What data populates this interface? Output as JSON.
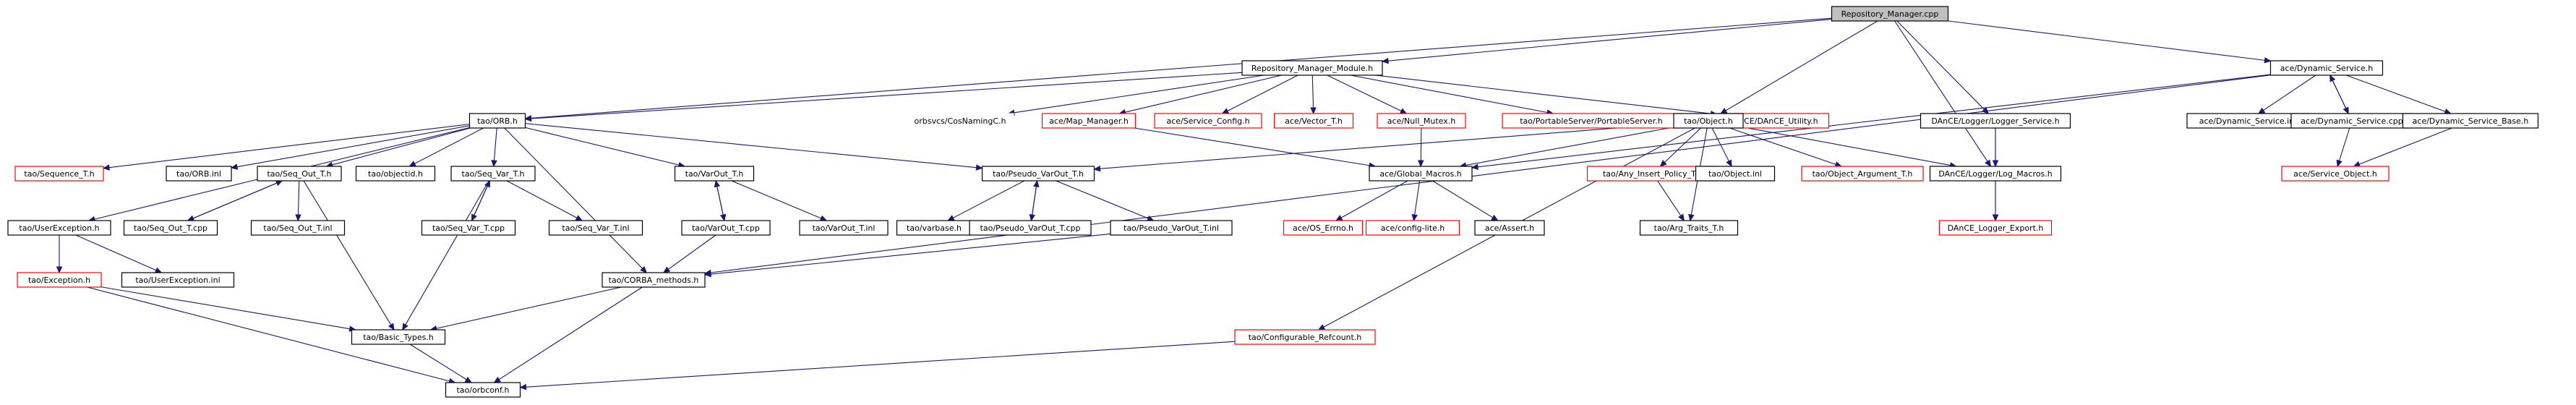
{
  "graph": {
    "nodes": [
      {
        "id": "root",
        "label": "Repository_Manager.cpp",
        "style": "root"
      },
      {
        "id": "rmm",
        "label": "Repository_Manager_Module.h",
        "style": "normal"
      },
      {
        "id": "ds",
        "label": "ace/Dynamic_Service.h",
        "style": "normal"
      },
      {
        "id": "orb",
        "label": "tao/ORB.h",
        "style": "normal"
      },
      {
        "id": "cosnaming",
        "label": "orbsvcs/CosNamingC.h",
        "style": "none"
      },
      {
        "id": "mapmgr",
        "label": "ace/Map_Manager.h",
        "style": "missing"
      },
      {
        "id": "svccfg",
        "label": "ace/Service_Config.h",
        "style": "missing"
      },
      {
        "id": "vector",
        "label": "ace/Vector_T.h",
        "style": "missing"
      },
      {
        "id": "nullmutex",
        "label": "ace/Null_Mutex.h",
        "style": "missing"
      },
      {
        "id": "portableserver",
        "label": "tao/PortableServer/PortableServer.h",
        "style": "missing"
      },
      {
        "id": "danceutil",
        "label": "DAnCE/DAnCE_Utility.h",
        "style": "missing"
      },
      {
        "id": "object",
        "label": "tao/Object.h",
        "style": "normal"
      },
      {
        "id": "loggersvc",
        "label": "DAnCE/Logger/Logger_Service.h",
        "style": "normal"
      },
      {
        "id": "dsinl",
        "label": "ace/Dynamic_Service.inl",
        "style": "normal"
      },
      {
        "id": "dscpp",
        "label": "ace/Dynamic_Service.cpp",
        "style": "normal"
      },
      {
        "id": "dsbase",
        "label": "ace/Dynamic_Service_Base.h",
        "style": "normal"
      },
      {
        "id": "seqT",
        "label": "tao/Sequence_T.h",
        "style": "missing"
      },
      {
        "id": "orbinl",
        "label": "tao/ORB.inl",
        "style": "normal"
      },
      {
        "id": "seqout",
        "label": "tao/Seq_Out_T.h",
        "style": "normal"
      },
      {
        "id": "objectid",
        "label": "tao/objectid.h",
        "style": "normal"
      },
      {
        "id": "seqvar",
        "label": "tao/Seq_Var_T.h",
        "style": "normal"
      },
      {
        "id": "varout",
        "label": "tao/VarOut_T.h",
        "style": "normal"
      },
      {
        "id": "pseudovarout",
        "label": "tao/Pseudo_VarOut_T.h",
        "style": "normal"
      },
      {
        "id": "globalmacros",
        "label": "ace/Global_Macros.h",
        "style": "normal"
      },
      {
        "id": "anyinsert",
        "label": "tao/Any_Insert_Policy_T.h",
        "style": "missing"
      },
      {
        "id": "objectinl",
        "label": "tao/Object.inl",
        "style": "normal"
      },
      {
        "id": "objarg",
        "label": "tao/Object_Argument_T.h",
        "style": "missing"
      },
      {
        "id": "logmacros",
        "label": "DAnCE/Logger/Log_Macros.h",
        "style": "normal"
      },
      {
        "id": "svcobject",
        "label": "ace/Service_Object.h",
        "style": "missing"
      },
      {
        "id": "userexc",
        "label": "tao/UserException.h",
        "style": "normal"
      },
      {
        "id": "seqoutcpp",
        "label": "tao/Seq_Out_T.cpp",
        "style": "normal"
      },
      {
        "id": "seqoutinl",
        "label": "tao/Seq_Out_T.inl",
        "style": "normal"
      },
      {
        "id": "seqvarcpp",
        "label": "tao/Seq_Var_T.cpp",
        "style": "normal"
      },
      {
        "id": "seqvarinl",
        "label": "tao/Seq_Var_T.inl",
        "style": "normal"
      },
      {
        "id": "varoutcpp",
        "label": "tao/VarOut_T.cpp",
        "style": "normal"
      },
      {
        "id": "varoutinl",
        "label": "tao/VarOut_T.inl",
        "style": "normal"
      },
      {
        "id": "varbase",
        "label": "tao/varbase.h",
        "style": "normal"
      },
      {
        "id": "pvocpp",
        "label": "tao/Pseudo_VarOut_T.cpp",
        "style": "normal"
      },
      {
        "id": "pvoinl",
        "label": "tao/Pseudo_VarOut_T.inl",
        "style": "normal"
      },
      {
        "id": "oserrno",
        "label": "ace/OS_Errno.h",
        "style": "missing"
      },
      {
        "id": "configlite",
        "label": "ace/config-lite.h",
        "style": "missing"
      },
      {
        "id": "assert",
        "label": "ace/Assert.h",
        "style": "normal"
      },
      {
        "id": "argtraits",
        "label": "tao/Arg_Traits_T.h",
        "style": "normal"
      },
      {
        "id": "danceexport",
        "label": "DAnCE_Logger_Export.h",
        "style": "missing"
      },
      {
        "id": "exception",
        "label": "tao/Exception.h",
        "style": "missing"
      },
      {
        "id": "userexcinl",
        "label": "tao/UserException.inl",
        "style": "normal"
      },
      {
        "id": "corbamethods",
        "label": "tao/CORBA_methods.h",
        "style": "normal"
      },
      {
        "id": "basictypes",
        "label": "tao/Basic_Types.h",
        "style": "normal"
      },
      {
        "id": "configrefcount",
        "label": "tao/Configurable_Refcount.h",
        "style": "missing"
      },
      {
        "id": "orbconf",
        "label": "tao/orbconf.h",
        "style": "normal"
      }
    ],
    "edges": [
      [
        "root",
        "rmm"
      ],
      [
        "root",
        "ds"
      ],
      [
        "root",
        "orb"
      ],
      [
        "root",
        "object"
      ],
      [
        "root",
        "loggersvc"
      ],
      [
        "root",
        "logmacros"
      ],
      [
        "rmm",
        "orb"
      ],
      [
        "rmm",
        "cosnaming"
      ],
      [
        "rmm",
        "mapmgr"
      ],
      [
        "rmm",
        "svccfg"
      ],
      [
        "rmm",
        "vector"
      ],
      [
        "rmm",
        "nullmutex"
      ],
      [
        "rmm",
        "portableserver"
      ],
      [
        "rmm",
        "danceutil"
      ],
      [
        "ds",
        "dsinl"
      ],
      [
        "ds",
        "dscpp"
      ],
      [
        "ds",
        "dsbase"
      ],
      [
        "ds",
        "globalmacros"
      ],
      [
        "ds",
        "corbamethods"
      ],
      [
        "dscpp",
        "ds"
      ],
      [
        "dscpp",
        "svcobject"
      ],
      [
        "dsbase",
        "svcobject"
      ],
      [
        "orb",
        "seqT"
      ],
      [
        "orb",
        "orbinl"
      ],
      [
        "orb",
        "seqout"
      ],
      [
        "orb",
        "objectid"
      ],
      [
        "orb",
        "seqvar"
      ],
      [
        "orb",
        "varout"
      ],
      [
        "orb",
        "pseudovarout"
      ],
      [
        "orb",
        "userexc"
      ],
      [
        "orb",
        "corbamethods"
      ],
      [
        "object",
        "pseudovarout"
      ],
      [
        "object",
        "globalmacros"
      ],
      [
        "object",
        "anyinsert"
      ],
      [
        "object",
        "objectinl"
      ],
      [
        "object",
        "objarg"
      ],
      [
        "object",
        "logmacros"
      ],
      [
        "object",
        "argtraits"
      ],
      [
        "object",
        "configrefcount"
      ],
      [
        "loggersvc",
        "logmacros"
      ],
      [
        "loggersvc",
        "danceexport"
      ],
      [
        "logmacros",
        "danceexport"
      ],
      [
        "seqout",
        "seqoutcpp"
      ],
      [
        "seqoutcpp",
        "seqout"
      ],
      [
        "seqout",
        "seqoutinl"
      ],
      [
        "seqout",
        "basictypes"
      ],
      [
        "seqvar",
        "seqvarcpp"
      ],
      [
        "seqvarcpp",
        "seqvar"
      ],
      [
        "seqvar",
        "seqvarinl"
      ],
      [
        "seqvar",
        "basictypes"
      ],
      [
        "varout",
        "varoutcpp"
      ],
      [
        "varoutcpp",
        "varout"
      ],
      [
        "varout",
        "varoutinl"
      ],
      [
        "pseudovarout",
        "varbase"
      ],
      [
        "pseudovarout",
        "pvocpp"
      ],
      [
        "pvocpp",
        "pseudovarout"
      ],
      [
        "pseudovarout",
        "pvoinl"
      ],
      [
        "globalmacros",
        "oserrno"
      ],
      [
        "globalmacros",
        "configlite"
      ],
      [
        "globalmacros",
        "assert"
      ],
      [
        "anyinsert",
        "argtraits"
      ],
      [
        "userexc",
        "exception"
      ],
      [
        "userexc",
        "userexcinl"
      ],
      [
        "exception",
        "basictypes"
      ],
      [
        "exception",
        "orbconf"
      ],
      [
        "pvoinl",
        "corbamethods"
      ],
      [
        "varoutcpp",
        "corbamethods"
      ],
      [
        "corbamethods",
        "basictypes"
      ],
      [
        "corbamethods",
        "orbconf"
      ],
      [
        "basictypes",
        "orbconf"
      ],
      [
        "configrefcount",
        "orbconf"
      ],
      [
        "mapmgr",
        "globalmacros"
      ],
      [
        "nullmutex",
        "globalmacros"
      ]
    ]
  }
}
